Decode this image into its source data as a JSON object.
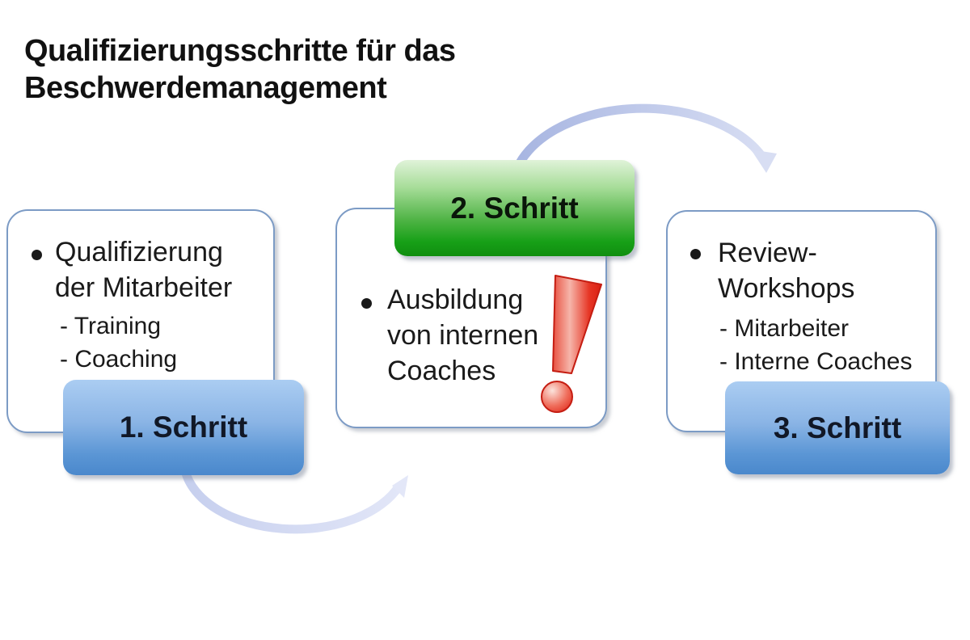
{
  "title": "Qualifizierungsschritte für das Beschwerdemanagement",
  "steps": [
    {
      "badge_label": "1. Schritt",
      "main_item": "Qualifizierung der Mitarbeiter",
      "sub_items": [
        "- Training",
        "- Coaching"
      ]
    },
    {
      "badge_label": "2. Schritt",
      "main_item": "Ausbildung von internen Coaches",
      "sub_items": []
    },
    {
      "badge_label": "3. Schritt",
      "main_item": "Review-Workshops",
      "sub_items": [
        "- Mitarbeiter",
        "- Interne Coaches"
      ]
    }
  ],
  "icons": {
    "bullet": "•",
    "exclamation": "exclamation-mark",
    "arrow_1_to_2": "curved-arrow-dip-right",
    "arrow_2_to_3": "curved-arrow-arc-over-top"
  },
  "colors": {
    "box_border": "#7c9bc5",
    "badge_blue_top": "#abcdf2",
    "badge_blue_bottom": "#4a88cc",
    "badge_green_top": "#e0f3d9",
    "badge_green_bottom": "#108e10",
    "arrow_top_start": "#a7b5e1",
    "arrow_top_end": "#d8def3",
    "arrow_bottom_start": "#c6cfee",
    "arrow_bottom_end": "#e3e7f8",
    "exclamation_red": "#e02315",
    "text": "#1a1a1a"
  }
}
